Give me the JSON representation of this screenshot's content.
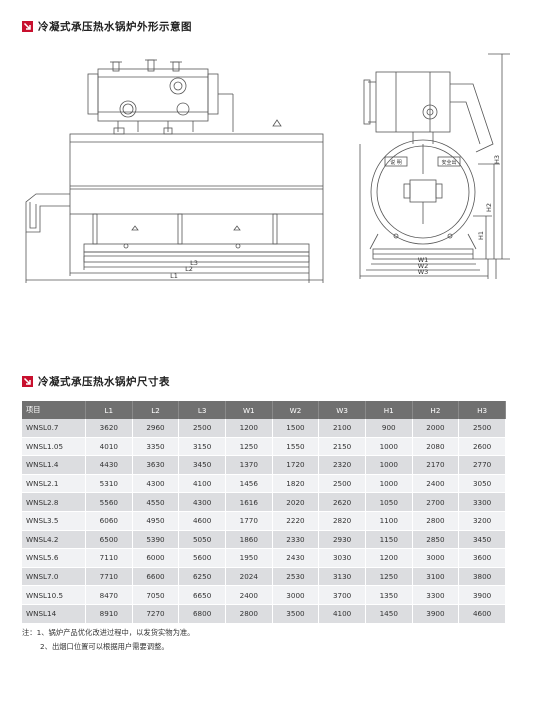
{
  "section1": {
    "title": "冷凝式承压热水锅炉外形示意图",
    "icon": "arrow-down-right-icon"
  },
  "drawing": {
    "labels": {
      "L1": "L1",
      "L2": "L2",
      "L3": "L3",
      "W1": "W1",
      "W2": "W2",
      "W3": "W3",
      "H1": "H1",
      "H2": "H2",
      "H3": "H3"
    },
    "plate_left": "说 明",
    "plate_right": "安全出"
  },
  "section2": {
    "title": "冷凝式承压热水锅炉尺寸表",
    "icon": "arrow-down-right-icon"
  },
  "table": {
    "headers": [
      "项目",
      "L1",
      "L2",
      "L3",
      "W1",
      "W2",
      "W3",
      "H1",
      "H2",
      "H3"
    ],
    "rows": [
      [
        "WNSL0.7",
        "3620",
        "2960",
        "2500",
        "1200",
        "1500",
        "2100",
        "900",
        "2000",
        "2500"
      ],
      [
        "WNSL1.05",
        "4010",
        "3350",
        "3150",
        "1250",
        "1550",
        "2150",
        "1000",
        "2080",
        "2600"
      ],
      [
        "WNSL1.4",
        "4430",
        "3630",
        "3450",
        "1370",
        "1720",
        "2320",
        "1000",
        "2170",
        "2770"
      ],
      [
        "WNSL2.1",
        "5310",
        "4300",
        "4100",
        "1456",
        "1820",
        "2500",
        "1000",
        "2400",
        "3050"
      ],
      [
        "WNSL2.8",
        "5560",
        "4550",
        "4300",
        "1616",
        "2020",
        "2620",
        "1050",
        "2700",
        "3300"
      ],
      [
        "WNSL3.5",
        "6060",
        "4950",
        "4600",
        "1770",
        "2220",
        "2820",
        "1100",
        "2800",
        "3200"
      ],
      [
        "WNSL4.2",
        "6500",
        "5390",
        "5050",
        "1860",
        "2330",
        "2930",
        "1150",
        "2850",
        "3450"
      ],
      [
        "WNSL5.6",
        "7110",
        "6000",
        "5600",
        "1950",
        "2430",
        "3030",
        "1200",
        "3000",
        "3600"
      ],
      [
        "WNSL7.0",
        "7710",
        "6600",
        "6250",
        "2024",
        "2530",
        "3130",
        "1250",
        "3100",
        "3800"
      ],
      [
        "WNSL10.5",
        "8470",
        "7050",
        "6650",
        "2400",
        "3000",
        "3700",
        "1350",
        "3300",
        "3900"
      ],
      [
        "WNSL14",
        "8910",
        "7270",
        "6800",
        "2800",
        "3500",
        "4100",
        "1450",
        "3900",
        "4600"
      ]
    ]
  },
  "notes": {
    "line1": "注：1、锅炉产品优化改进过程中，以发货实物为准。",
    "line2": "2、出烟口位置可以根据用户需要调整。"
  }
}
